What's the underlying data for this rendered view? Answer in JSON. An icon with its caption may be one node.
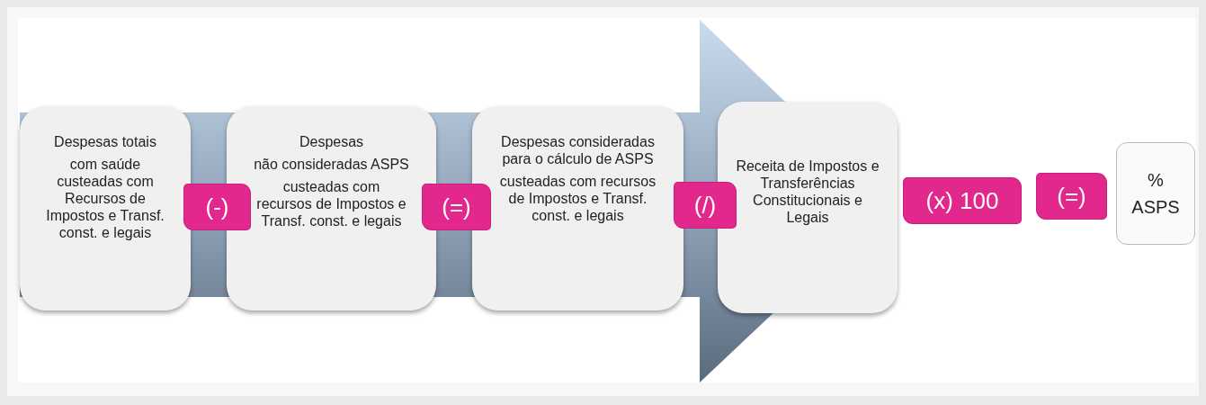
{
  "diagram": {
    "nodes": [
      {
        "text": [
          "Despesas totais",
          "com saúde custeadas com Recursos de Impostos e Transf. const. e legais"
        ]
      },
      {
        "text": [
          "(-)"
        ]
      },
      {
        "text": [
          "Despesas",
          "não consideradas ASPS",
          "custeadas com recursos de Impostos e Transf. const. e legais"
        ]
      },
      {
        "text": [
          "(=)"
        ]
      },
      {
        "text": [
          "Despesas consideradas para o cálculo de ASPS",
          "custeadas com recursos de Impostos e Transf. const. e legais"
        ]
      },
      {
        "text": [
          "(/)"
        ]
      },
      {
        "text": [
          "Receita de Impostos e Transferências Constitucionais e Legais"
        ]
      },
      {
        "text": [
          "(x) 100"
        ]
      },
      {
        "text": [
          "(=)"
        ]
      },
      {
        "text": [
          "% ASPS"
        ]
      }
    ],
    "edges": [
      {
        "from": 0,
        "to": 6,
        "arrow": "to"
      }
    ]
  }
}
